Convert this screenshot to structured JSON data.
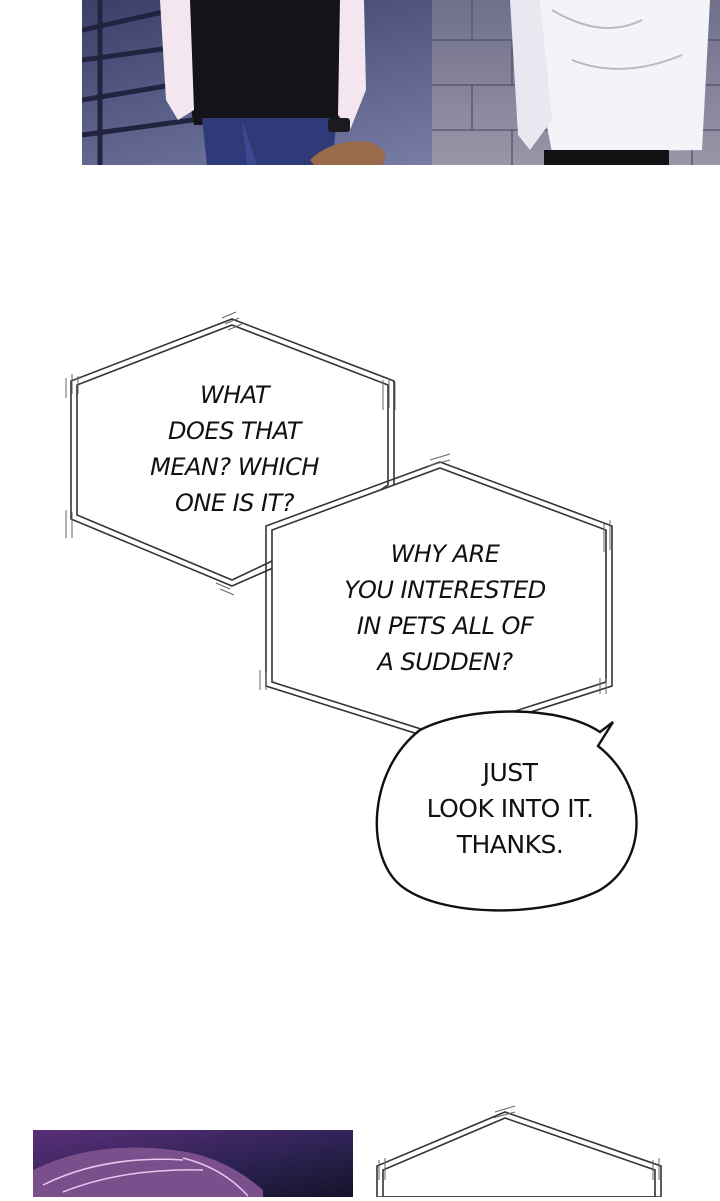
{
  "bubbles": [
    {
      "id": "thought-which-one",
      "lines": [
        "WHAT",
        "DOES THAT",
        "MEAN? WHICH",
        "ONE IS IT?"
      ]
    },
    {
      "id": "thought-why-pets",
      "lines": [
        "WHY ARE",
        "YOU INTERESTED",
        "IN PETS ALL OF",
        "A SUDDEN?"
      ]
    },
    {
      "id": "speech-look-into-it",
      "lines": [
        "JUST",
        "LOOK INTO IT.",
        "THANKS."
      ]
    }
  ]
}
